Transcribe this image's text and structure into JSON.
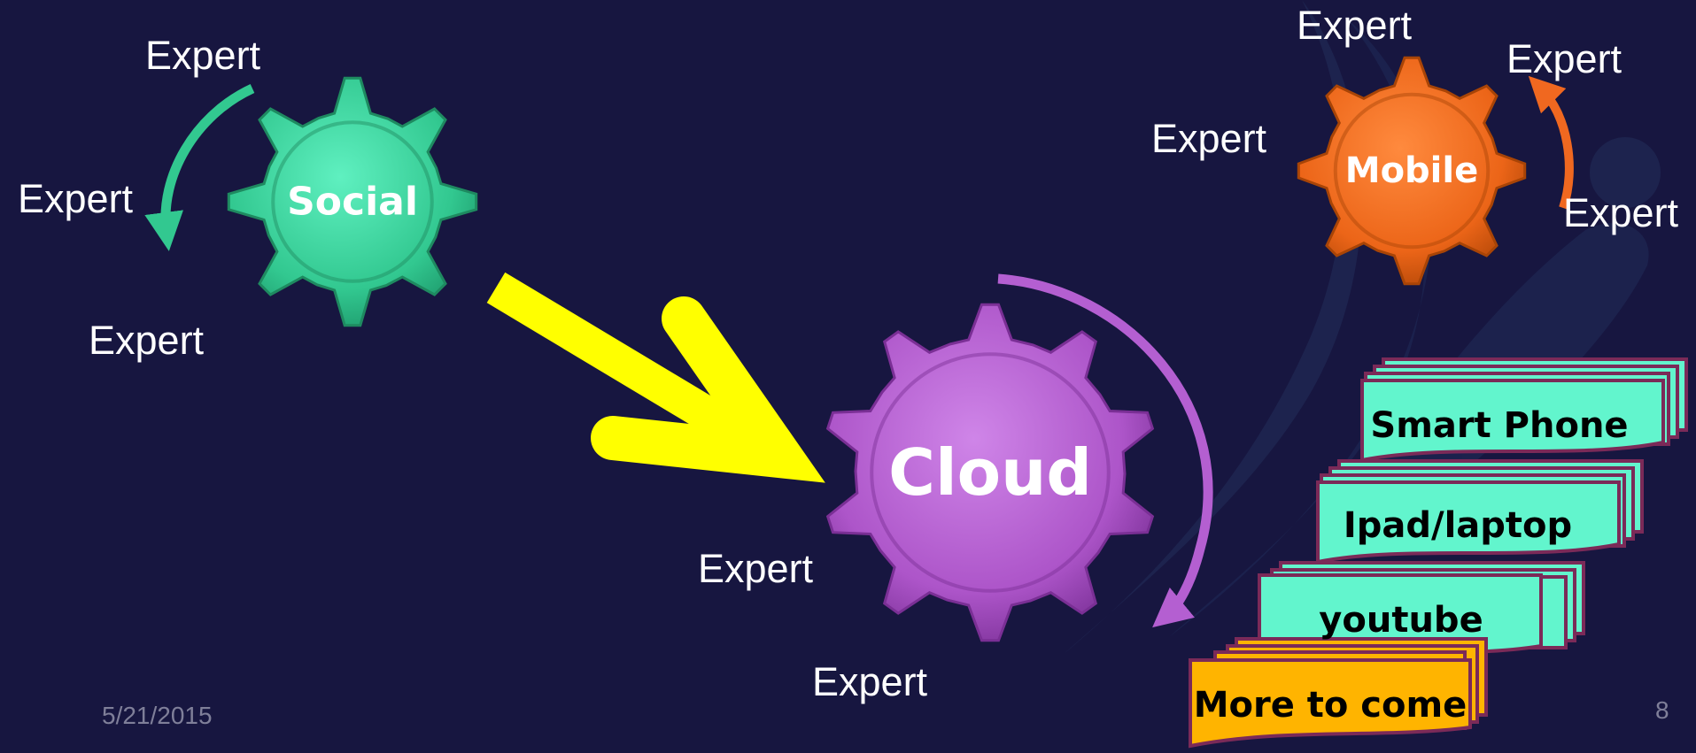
{
  "slide": {
    "date": "5/21/2015",
    "page_number": "8",
    "background": "#171640"
  },
  "gears": {
    "social": {
      "label": "Social",
      "color": "#3dd6a0"
    },
    "cloud": {
      "label": "Cloud",
      "color": "#b45fd1"
    },
    "mobile": {
      "label": "Mobile",
      "color": "#f06820"
    }
  },
  "expert_labels": {
    "social_top": "Expert",
    "social_left": "Expert",
    "social_bottom": "Expert",
    "cloud_left": "Expert",
    "cloud_bottom": "Expert",
    "mobile_top": "Expert",
    "mobile_left": "Expert",
    "mobile_right_top": "Expert",
    "mobile_right_bottom": "Expert"
  },
  "cards": {
    "smart_phone": "Smart Phone",
    "ipad_laptop": "Ipad/laptop",
    "youtube": "youtube",
    "more_to_come": "More to come"
  },
  "colors": {
    "card_mint": "#62f5cd",
    "card_orange": "#ffb400",
    "card_border": "#7b2a58",
    "big_arrow": "#ffff00"
  }
}
